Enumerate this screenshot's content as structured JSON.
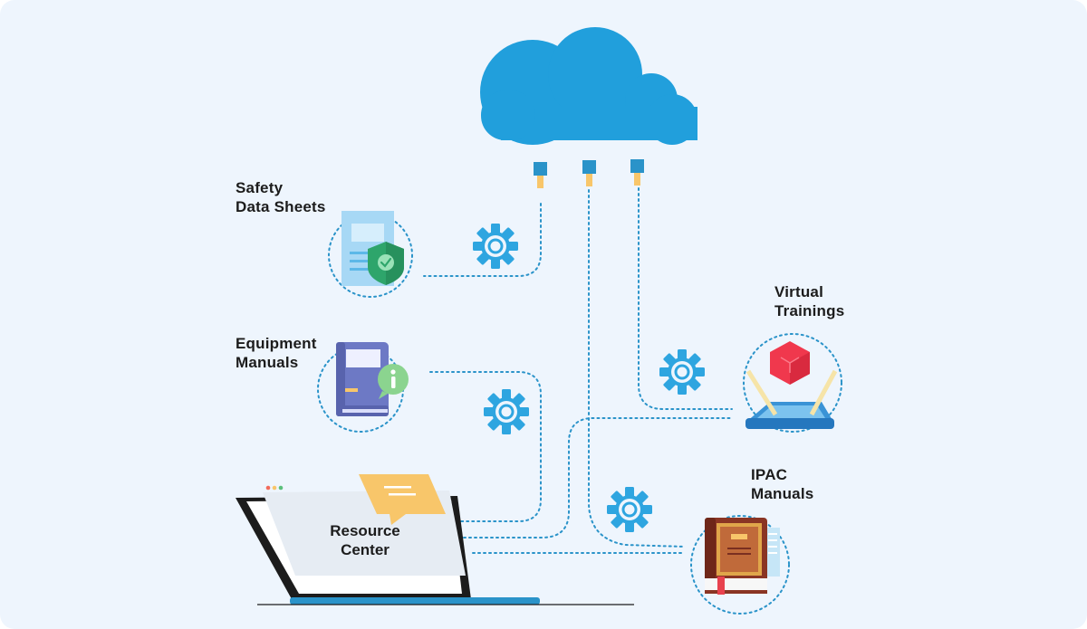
{
  "nodes": {
    "safety": {
      "line1": "Safety",
      "line2": "Data Sheets"
    },
    "equipment": {
      "line1": "Equipment",
      "line2": "Manuals"
    },
    "virtual": {
      "line1": "Virtual",
      "line2": "Trainings"
    },
    "ipac": {
      "line1": "IPAC",
      "line2": "Manuals"
    },
    "center": {
      "line1": "Resource",
      "line2": "Center"
    }
  },
  "colors": {
    "background": "#eef5fd",
    "cloud": "#219fdc",
    "connector": "#2a93c9",
    "gear": "#2ea5e0",
    "plug": "#f8c66a"
  }
}
